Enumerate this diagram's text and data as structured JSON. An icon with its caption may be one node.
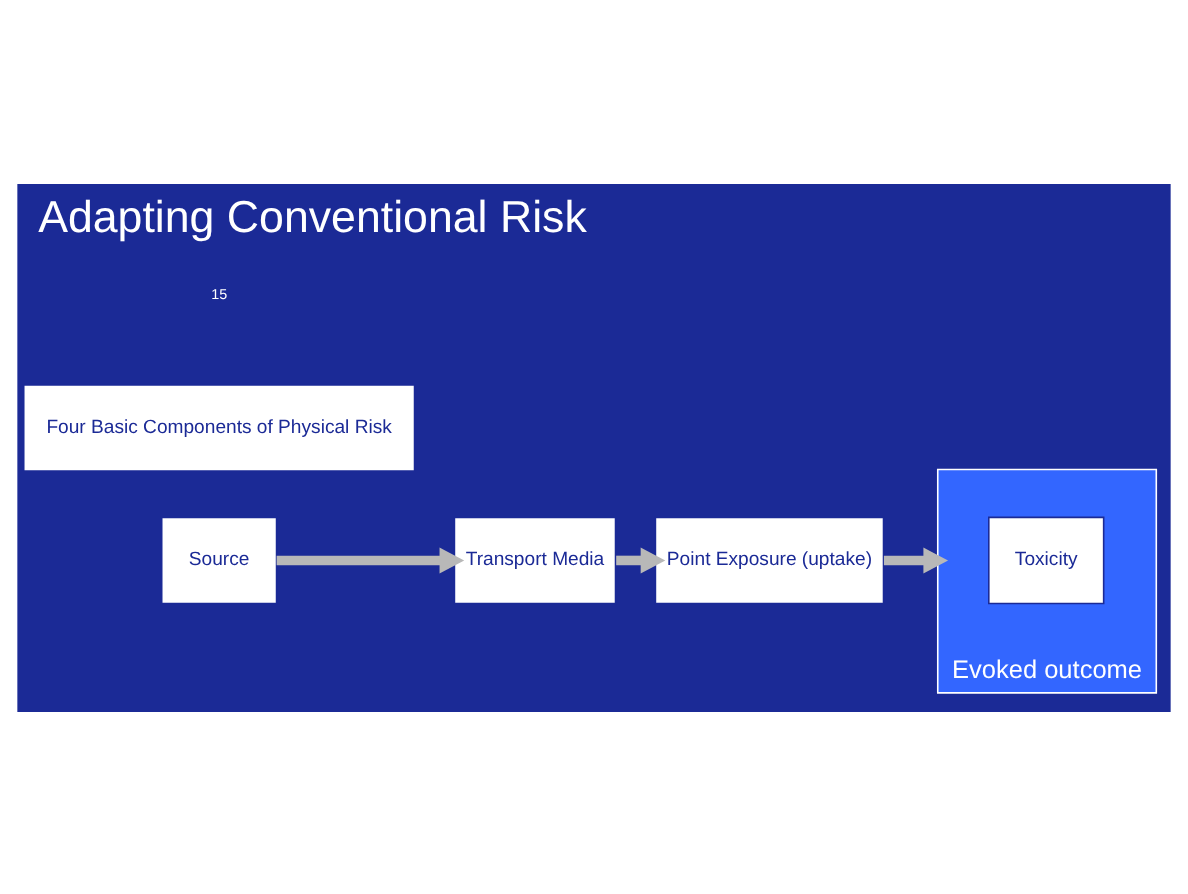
{
  "diagram": {
    "title": "Adapting Conventional Risk",
    "nodes": [
      {
        "text": [
          "Four Basic Components of Physical Risk"
        ]
      },
      {
        "text": [
          "Source"
        ]
      },
      {
        "text": [
          "Transport Media"
        ]
      },
      {
        "text": [
          "Point Exposure (uptake)"
        ]
      },
      {
        "text": [
          "Evoked outcome"
        ]
      },
      {
        "text": [
          "Toxicity"
        ],
        "in": 4
      }
    ],
    "edges": [
      {
        "from": 1,
        "to": 2,
        "arrow": "to"
      },
      {
        "from": 2,
        "to": 3,
        "arrow": "to"
      },
      {
        "from": 3,
        "to": 4,
        "arrow": "to"
      }
    ],
    "labels": [
      "15"
    ]
  }
}
